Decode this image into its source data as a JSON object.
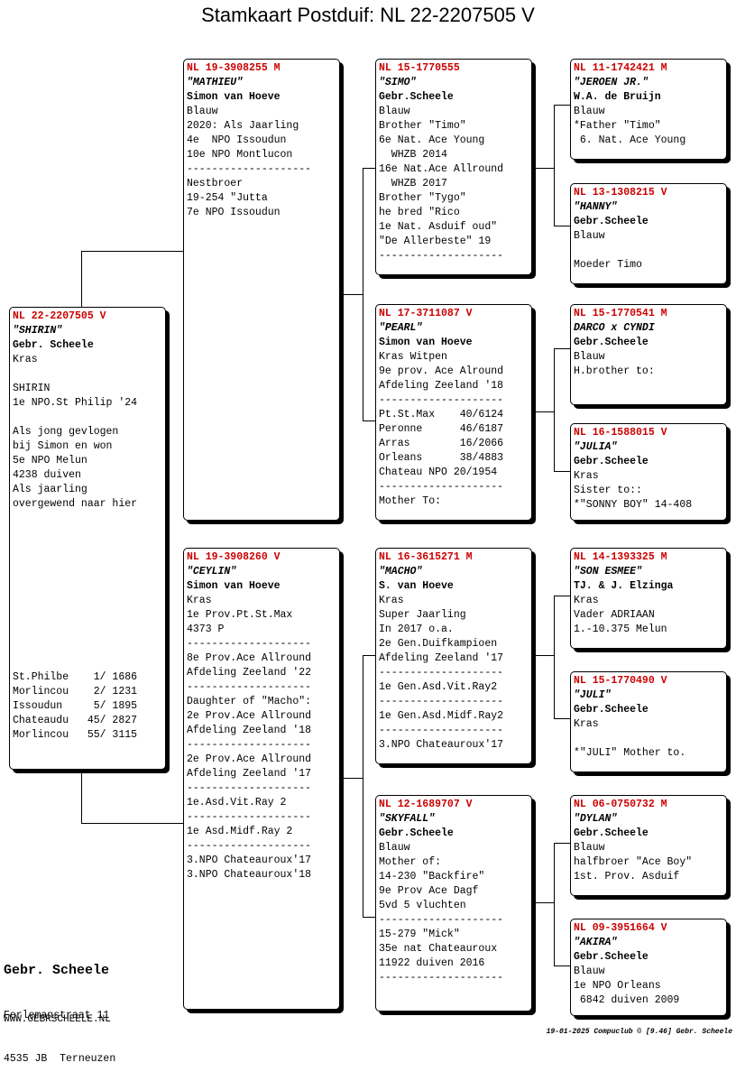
{
  "title": "Stamkaart Postduif: NL  22-2207505 V",
  "subject": {
    "ring": "NL  22-2207505 V",
    "name": "\"SHIRIN\"",
    "breeder": "Gebr. Scheele",
    "lines": [
      "Kras",
      "",
      "SHIRIN",
      "1e NPO.St Philip '24",
      "",
      "Als jong gevlogen",
      "bij Simon en won",
      "5e NPO Melun",
      "4238 duiven",
      "Als jaarling",
      "overgewend naar hier"
    ],
    "results": [
      "St.Philbe    1/ 1686",
      "Morlincou    2/ 1231",
      "Issoudun     5/ 1895",
      "Chateaudu   45/ 2827",
      "Morlincou   55/ 3115"
    ]
  },
  "sire": {
    "ring": "NL  19-3908255 M",
    "name": "\"MATHIEU\"",
    "breeder": "Simon van Hoeve",
    "lines": [
      "Blauw",
      "2020: Als Jaarling",
      "4e  NPO Issoudun",
      "10e NPO Montlucon",
      "--------------------",
      "Nestbroer",
      "19-254 \"Jutta",
      "7e NPO Issoudun"
    ]
  },
  "dam": {
    "ring": "NL  19-3908260 V",
    "name": "\"CEYLIN\"",
    "breeder": "Simon van Hoeve",
    "lines": [
      "Kras",
      "1e Prov.Pt.St.Max",
      "4373 P",
      "--------------------",
      "8e Prov.Ace Allround",
      "Afdeling Zeeland '22",
      "--------------------",
      "Daughter of \"Macho\":",
      "2e Prov.Ace Allround",
      "Afdeling Zeeland '18",
      "--------------------",
      "2e Prov.Ace Allround",
      "Afdeling Zeeland '17",
      "--------------------",
      "1e.Asd.Vit.Ray 2",
      "--------------------",
      "1e Asd.Midf.Ray 2",
      "--------------------",
      "3.NPO Chateauroux'17",
      "3.NPO Chateauroux'18"
    ]
  },
  "ss": {
    "ring": "NL  15-1770555",
    "name": "\"SIMO\"",
    "breeder": "Gebr.Scheele",
    "lines": [
      "Blauw",
      "Brother \"Timo\"",
      "6e Nat. Ace Young",
      "  WHZB 2014",
      "16e Nat.Ace Allround",
      "  WHZB 2017",
      "Brother \"Tygo\"",
      "he bred \"Rico",
      "1e Nat. Asduif oud\"",
      "\"De Allerbeste\" 19",
      "--------------------"
    ]
  },
  "sd": {
    "ring": "NL  17-3711087 V",
    "name": "\"PEARL\"",
    "breeder": "Simon van Hoeve",
    "lines": [
      "Kras Witpen",
      "9e prov. Ace Alround",
      "Afdeling Zeeland '18",
      "--------------------",
      "Pt.St.Max    40/6124",
      "Peronne      46/6187",
      "Arras        16/2066",
      "Orleans      38/4883",
      "Chateau NPO 20/1954",
      "--------------------",
      "Mother To:"
    ]
  },
  "ds": {
    "ring": "NL  16-3615271 M",
    "name": "\"MACHO\"",
    "breeder": "S. van Hoeve",
    "lines": [
      "Kras",
      "Super Jaarling",
      "In 2017 o.a.",
      "2e Gen.Duifkampioen",
      "Afdeling Zeeland '17",
      "--------------------",
      "1e Gen.Asd.Vit.Ray2",
      "--------------------",
      "1e Gen.Asd.Midf.Ray2",
      "--------------------",
      "3.NPO Chateauroux'17"
    ]
  },
  "dd": {
    "ring": "NL  12-1689707 V",
    "name": "\"SKYFALL\"",
    "breeder": "Gebr.Scheele",
    "lines": [
      "Blauw",
      "Mother of:",
      "14-230 \"Backfire\"",
      "9e Prov Ace Dagf",
      "5vd 5 vluchten",
      "--------------------",
      "15-279 \"Mick\"",
      "35e nat Chateauroux",
      "11922 duiven 2016",
      "--------------------"
    ]
  },
  "sss": {
    "ring": "NL  11-1742421 M",
    "name": "\"JEROEN JR.\"",
    "breeder": "W.A. de Bruijn",
    "lines": [
      "Blauw",
      "*Father \"Timo\"",
      " 6. Nat. Ace Young"
    ]
  },
  "ssd": {
    "ring": "NL  13-1308215 V",
    "name": "\"HANNY\"",
    "breeder": "Gebr.Scheele",
    "lines": [
      "Blauw",
      "",
      "Moeder Timo"
    ]
  },
  "sds": {
    "ring": "NL  15-1770541 M",
    "name": "DARCO x CYNDI",
    "breeder": "Gebr.Scheele",
    "lines": [
      "Blauw",
      "H.brother to:"
    ]
  },
  "sdd": {
    "ring": "NL  16-1588015 V",
    "name": "\"JULIA\"",
    "breeder": "Gebr.Scheele",
    "lines": [
      "Kras",
      "Sister to::",
      "*\"SONNY BOY\" 14-408"
    ]
  },
  "dss": {
    "ring": "NL  14-1393325 M",
    "name": "\"SON ESMEE\"",
    "breeder": "TJ. & J. Elzinga",
    "lines": [
      "Kras",
      "Vader ADRIAAN",
      "1.-10.375 Melun"
    ]
  },
  "dsd": {
    "ring": "NL  15-1770490 V",
    "name": "\"JULI\"",
    "breeder": "Gebr.Scheele",
    "lines": [
      "Kras",
      "",
      "*\"JULI\" Mother to."
    ]
  },
  "dds": {
    "ring": "NL  06-0750732 M",
    "name": "\"DYLAN\"",
    "breeder": "Gebr.Scheele",
    "lines": [
      "Blauw",
      "halfbroer \"Ace Boy\"",
      "1st. Prov. Asduif"
    ]
  },
  "ddd": {
    "ring": "NL  09-3951664 V",
    "name": "\"AKIRA\"",
    "breeder": "Gebr.Scheele",
    "lines": [
      "Blauw",
      "1e NPO Orleans",
      " 6842 duiven 2009"
    ]
  },
  "owner": {
    "name": "Gebr. Scheele",
    "address": "Ferlemanstraat 11",
    "city": "4535 JB  Terneuzen",
    "website": "WWW.GEBRSCHEELE.NL"
  },
  "footer": "19-01-2025   Compuclub © [9.46]  Gebr. Scheele"
}
